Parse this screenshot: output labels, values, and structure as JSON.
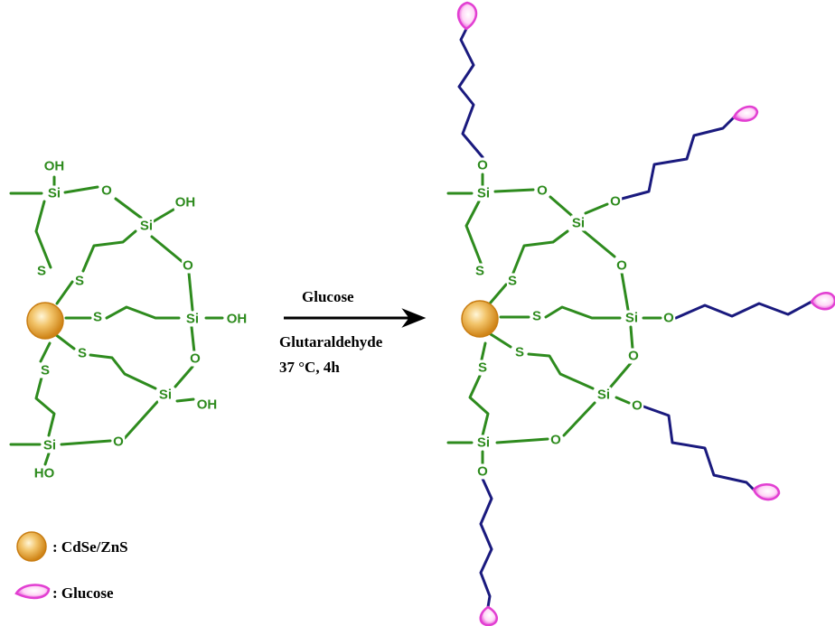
{
  "atoms": {
    "si": "Si",
    "o": "O",
    "s": "S",
    "oh": "OH",
    "ho": "HO"
  },
  "reaction": {
    "reagent_above": "Glucose",
    "reagent_below_1": "Glutaraldehyde",
    "reagent_below_2": "37 °C, 4h"
  },
  "legend": {
    "quantum_dot_label": ": CdSe/ZnS",
    "glucose_label": ": Glucose"
  },
  "colors": {
    "bond": "#2e8b1e",
    "linker_chain": "#1a1a7e",
    "quantum_dot": "#e8a33a",
    "glucose": "#e23fd2"
  }
}
